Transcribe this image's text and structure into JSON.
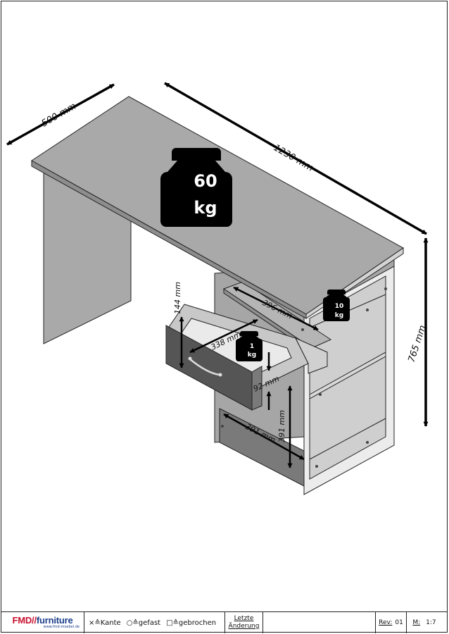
{
  "dimensions": {
    "depth": "500 mm",
    "width": "1230 mm",
    "height": "765 mm",
    "shelf_depth": "396 mm",
    "drawer_height": "144 mm",
    "drawer_depth": "338 mm",
    "drawer_inner": "92 mm",
    "cabinet_depth": "391 mm",
    "cabinet_height": "391 mm"
  },
  "loads": {
    "top": {
      "value": "60",
      "unit": "kg"
    },
    "shelf": {
      "value": "10",
      "unit": "kg"
    },
    "drawer": {
      "value": "1",
      "unit": "kg"
    }
  },
  "title_block": {
    "brand_part1": "FMD",
    "brand_sep": "//",
    "brand_part2": "furniture",
    "url": "www.fmd-moebel.de",
    "legend": [
      {
        "symbol": "×≙",
        "label": "Kante"
      },
      {
        "symbol": "○≙",
        "label": "gefast"
      },
      {
        "symbol": "□≙",
        "label": "gebrochen"
      }
    ],
    "last_change_line1": "Letzte",
    "last_change_line2": "Änderung",
    "rev_label": "Rev:",
    "rev_value": "01",
    "m_label": "M:",
    "m_value": "1:7"
  },
  "colors": {
    "panel": "#a9a9a9",
    "drawer_front": "#555555",
    "weight_badge": "#000000",
    "brand_red": "#c8102e",
    "brand_blue": "#1b3e8a"
  }
}
